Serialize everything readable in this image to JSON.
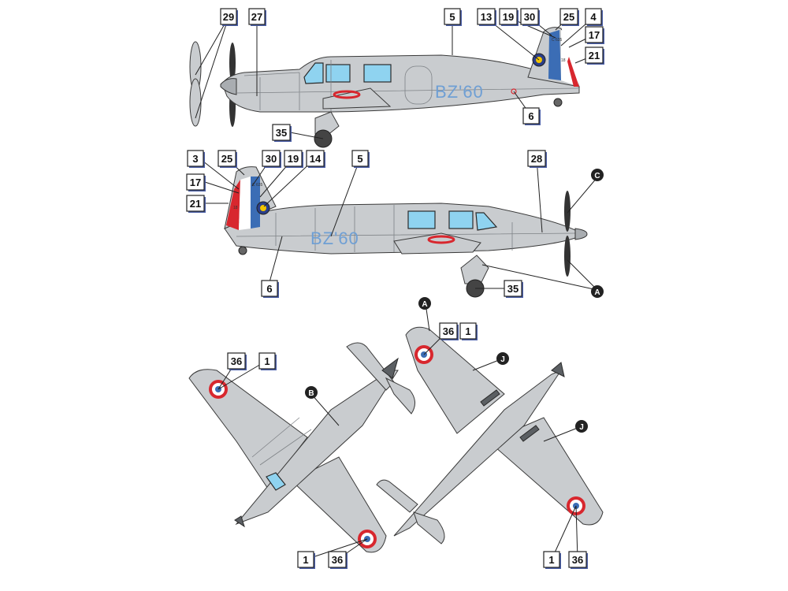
{
  "registration_code": "BZ'60",
  "tail_number": "18",
  "tail_type_text": "C 635",
  "colors": {
    "gray": "#c9cccf",
    "blue": "#3b6db5",
    "white": "#ffffff",
    "red": "#d8272e",
    "glass": "#8fd3f0",
    "callout_shadow": "#4b5fa8"
  },
  "callouts": {
    "c29": "29",
    "c27": "27",
    "c5a": "5",
    "c13": "13",
    "c19a": "19",
    "c30a": "30",
    "c25a": "25",
    "c4": "4",
    "c17a": "17",
    "c21a": "21",
    "c6a": "6",
    "c35a": "35",
    "c3": "3",
    "c25b": "25",
    "c30b": "30",
    "c19b": "19",
    "c14": "14",
    "c5b": "5",
    "c28": "28",
    "c17b": "17",
    "c21b": "21",
    "c6b": "6",
    "c35b": "35",
    "c36a": "36",
    "c1a": "1",
    "c36b": "36",
    "c1b": "1",
    "c1c": "1",
    "c36c": "36",
    "c1d": "1",
    "c36d": "36"
  },
  "circle_labels": {
    "a_top": "A",
    "a_side": "A",
    "c_side": "C",
    "b": "B",
    "j1": "J",
    "j2": "J"
  }
}
